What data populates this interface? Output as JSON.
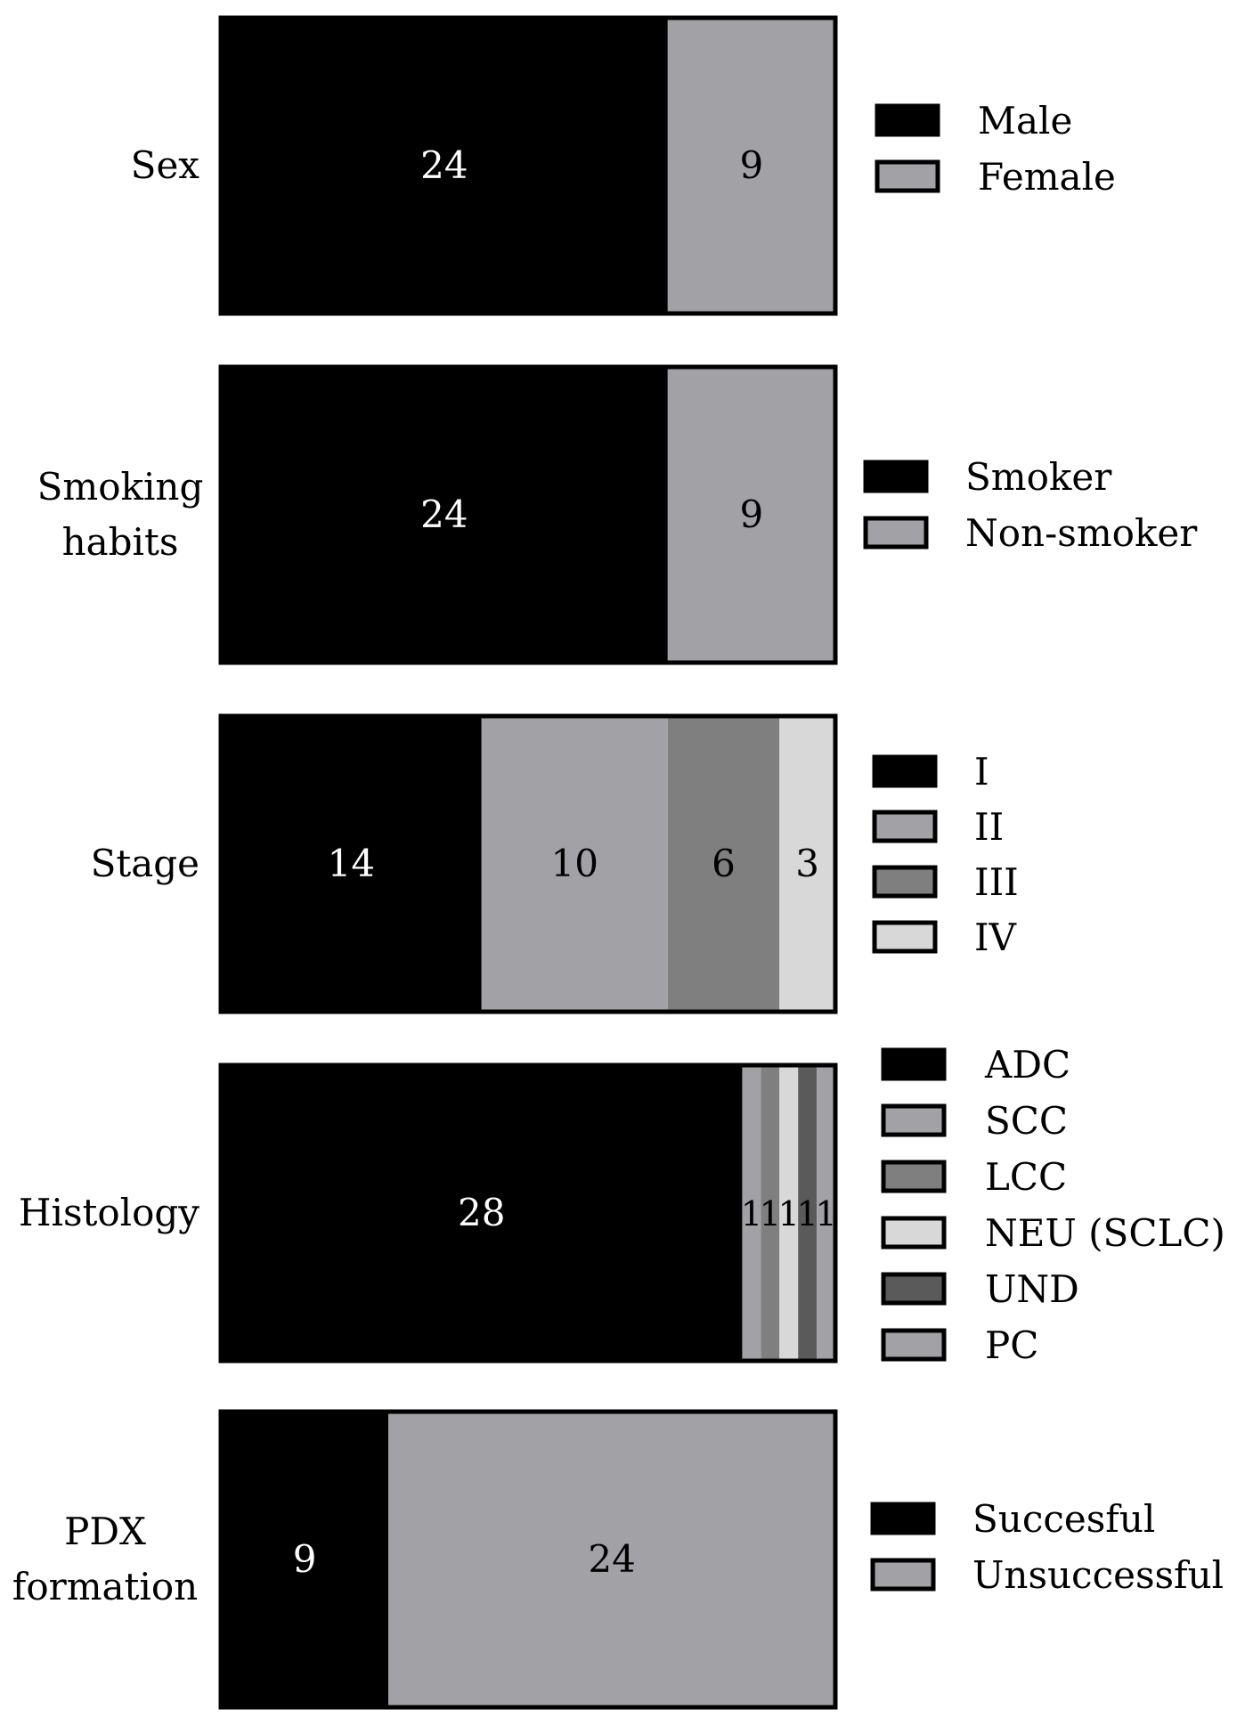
{
  "chart_data": {
    "type": "bar",
    "orientation": "horizontal",
    "stacked": true,
    "grid": false,
    "legend_position": "right",
    "colors": {
      "black": "#000000",
      "gray": "#a2a1a6",
      "dark_gray": "#7f7f7f",
      "light_gray": "#d8d8d8",
      "darker_gray": "#5a5a5a",
      "border": "#000000"
    },
    "panels": [
      {
        "label": "Sex",
        "segments": [
          {
            "name": "Male",
            "value": 24,
            "color": "#000000",
            "label_color": "#ffffff"
          },
          {
            "name": "Female",
            "value": 9,
            "color": "#a2a1a6",
            "label_color": "#000000"
          }
        ]
      },
      {
        "label": "Smoking habits",
        "label_lines": [
          "Smoking",
          "habits"
        ],
        "segments": [
          {
            "name": "Smoker",
            "value": 24,
            "color": "#000000",
            "label_color": "#ffffff"
          },
          {
            "name": "Non-smoker",
            "value": 9,
            "color": "#a2a1a6",
            "label_color": "#000000"
          }
        ]
      },
      {
        "label": "Stage",
        "segments": [
          {
            "name": "I",
            "value": 14,
            "color": "#000000",
            "label_color": "#ffffff"
          },
          {
            "name": "II",
            "value": 10,
            "color": "#a2a1a6",
            "label_color": "#000000"
          },
          {
            "name": "III",
            "value": 6,
            "color": "#7f7f7f",
            "label_color": "#000000"
          },
          {
            "name": "IV",
            "value": 3,
            "color": "#d8d8d8",
            "label_color": "#000000"
          }
        ]
      },
      {
        "label": "Histology",
        "segments": [
          {
            "name": "ADC",
            "value": 28,
            "color": "#000000",
            "label_color": "#ffffff"
          },
          {
            "name": "SCC",
            "value": 1,
            "color": "#a2a1a6",
            "label_color": "#000000"
          },
          {
            "name": "LCC",
            "value": 1,
            "color": "#7f7f7f",
            "label_color": "#000000"
          },
          {
            "name": "NEU (SCLC)",
            "value": 1,
            "color": "#d8d8d8",
            "label_color": "#000000"
          },
          {
            "name": "UND",
            "value": 1,
            "color": "#5a5a5a",
            "label_color": "#000000"
          },
          {
            "name": "PC",
            "value": 1,
            "color": "#a2a1a6",
            "label_color": "#000000"
          }
        ]
      },
      {
        "label": "PDX formation",
        "label_lines": [
          "PDX",
          "formation"
        ],
        "segments": [
          {
            "name": "Succesful",
            "value": 9,
            "color": "#000000",
            "label_color": "#ffffff"
          },
          {
            "name": "Unsuccessful",
            "value": 24,
            "color": "#a2a1a6",
            "label_color": "#000000"
          }
        ]
      }
    ]
  }
}
